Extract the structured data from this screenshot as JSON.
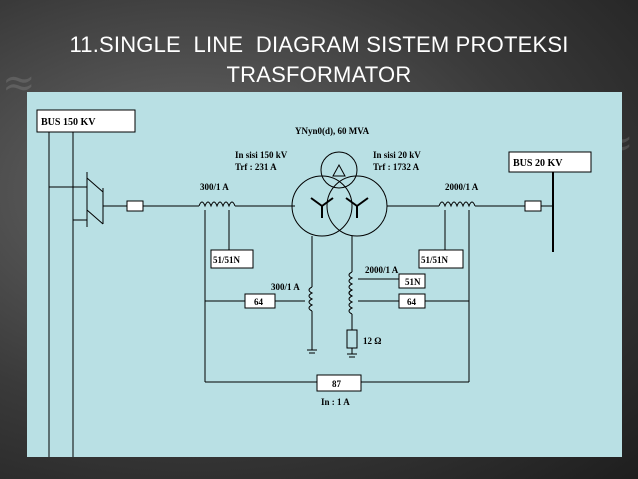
{
  "slide": {
    "title_line1": "11.SINGLE  LINE  DIAGRAM SISTEM PROTEKSI",
    "title_line2": "TRASFORMATOR"
  },
  "diagram": {
    "bus_150": "BUS 150 KV",
    "bus_20": "BUS 20 KV",
    "transformer_rating": "YNyn0(d), 60 MVA",
    "hv_side": "In sisi 150 kV",
    "hv_current": "Trf : 231 A",
    "lv_side": "In sisi 20 kV",
    "lv_current": "Trf : 1732 A",
    "ct_hv": "300/1 A",
    "ct_lv": "2000/1 A",
    "ct_hv_neutral": "300/1 A",
    "ct_lv_neutral": "2000/1 A",
    "relay_hv_ocr": "51/51N",
    "relay_lv_ocr": "51/51N",
    "relay_51n": "51N",
    "relay_64_hv": "64",
    "relay_64_lv": "64",
    "neutral_resistor": "12 Ω",
    "relay_87": "87",
    "relay_87_current": "In : 1 A",
    "triangle_symbol": "Δ"
  },
  "colors": {
    "panel_bg": "#b9e0e4",
    "line": "#000000",
    "title_text": "#ffffff"
  }
}
